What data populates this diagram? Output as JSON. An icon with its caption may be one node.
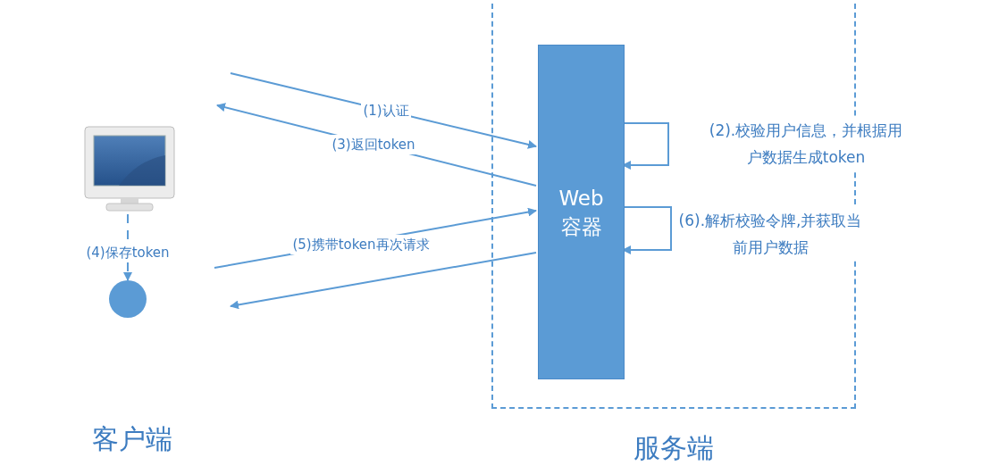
{
  "diagram": {
    "nodes": [
      {
        "text": [
          "服务端"
        ]
      },
      {
        "text": [
          "Web 容器"
        ],
        "in": 0
      },
      {
        "text": [],
        "shape": "picture"
      },
      {
        "text": [],
        "shape": "circle"
      }
    ],
    "edges": [
      {
        "from": null,
        "to": 1,
        "arrow": "to",
        "label": "(1)认证"
      },
      {
        "from": 1,
        "to": null,
        "arrow": "to",
        "label": "(3)返回token"
      },
      {
        "from": 1,
        "to": 1,
        "arrow": "to",
        "label": "(2).校验用户信息，并根据用户数据生成token"
      },
      {
        "from": 2,
        "to": 3,
        "arrow": "to",
        "style": "dashed",
        "label": "(4)保存token"
      },
      {
        "from": null,
        "to": 1,
        "arrow": "to",
        "label": "(5)携带token再次请求"
      },
      {
        "from": 1,
        "to": 1,
        "arrow": "to",
        "label": "(6).解析校验令牌,并获取当前用户数据"
      },
      {
        "from": 1,
        "to": null,
        "arrow": "to"
      }
    ],
    "labels": [
      "客户端"
    ]
  }
}
